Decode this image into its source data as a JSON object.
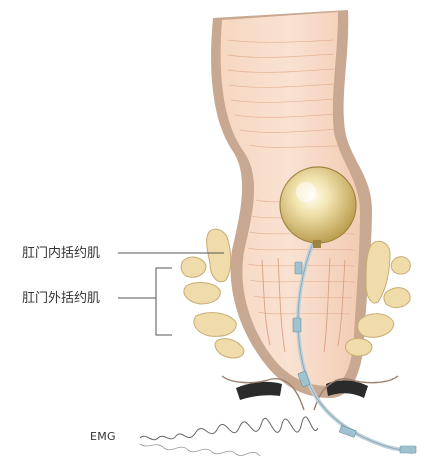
{
  "labels": {
    "internal_sphincter": "肛门内括约肌",
    "external_sphincter": "肛门外括约肌",
    "emg": "EMG"
  },
  "colors": {
    "tissue_wall": "#b79a86",
    "tissue_fill": "#f2cfb8",
    "lumen": "#f7d9c6",
    "balloon": "#e3cf8c",
    "bone": "#efdcaa",
    "bone_outline": "#c8ad74",
    "muscle_band": "#2b2b2b",
    "catheter": "#bcd1db",
    "leader_line": "#555555"
  }
}
